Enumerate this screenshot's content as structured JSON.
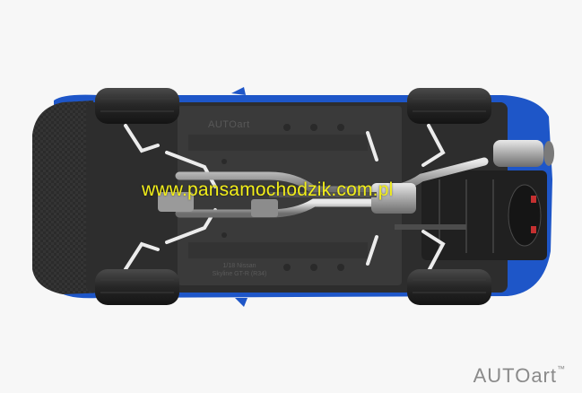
{
  "watermark": {
    "text": "www.pansamochodzik.com.pl"
  },
  "brand": {
    "name": "AUTOart",
    "mark": "™"
  },
  "chassis": {
    "brand_stamp": "AUTOart",
    "model_line1": "1/18 Nissan",
    "model_line2": "Skyline GT-R (R34)"
  },
  "colors": {
    "background": "#f7f7f7",
    "body": "#1e56c8",
    "undertray": "#2a2a2a",
    "exhaust": "#c9c9c9",
    "watermark": "#f2ee1a",
    "brand": "#8a8a8a"
  }
}
